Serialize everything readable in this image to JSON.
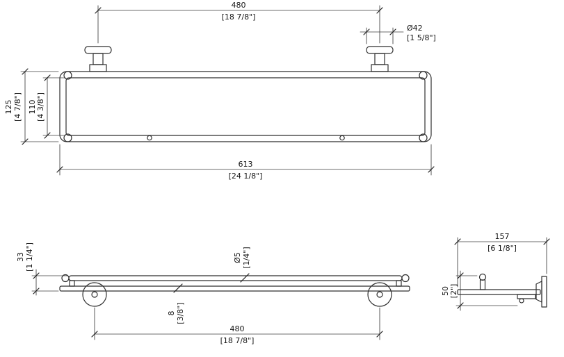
{
  "views": {
    "top": {
      "dim_480": {
        "mm": "480",
        "in": "[18 7/8\"]"
      },
      "dim_dia42": {
        "mm": "Ø42",
        "in": "[1 5/8\"]"
      },
      "dim_125": {
        "mm": "125",
        "in": "[4 7/8\"]"
      },
      "dim_110": {
        "mm": "110",
        "in": "[4 3/8\"]"
      },
      "dim_613": {
        "mm": "613",
        "in": "[24 1/8\"]"
      }
    },
    "front": {
      "dim_33": {
        "mm": "33",
        "in": "[1 1/4\"]"
      },
      "dim_dia5": {
        "mm": "Ø5",
        "in": "[1/4\"]"
      },
      "dim_8": {
        "mm": "8",
        "in": "[3/8\"]"
      },
      "dim_480": {
        "mm": "480",
        "in": "[18 7/8\"]"
      }
    },
    "side": {
      "dim_157": {
        "mm": "157",
        "in": "[6 1/8\"]"
      },
      "dim_50": {
        "mm": "50",
        "in": "[2\"]"
      }
    }
  }
}
